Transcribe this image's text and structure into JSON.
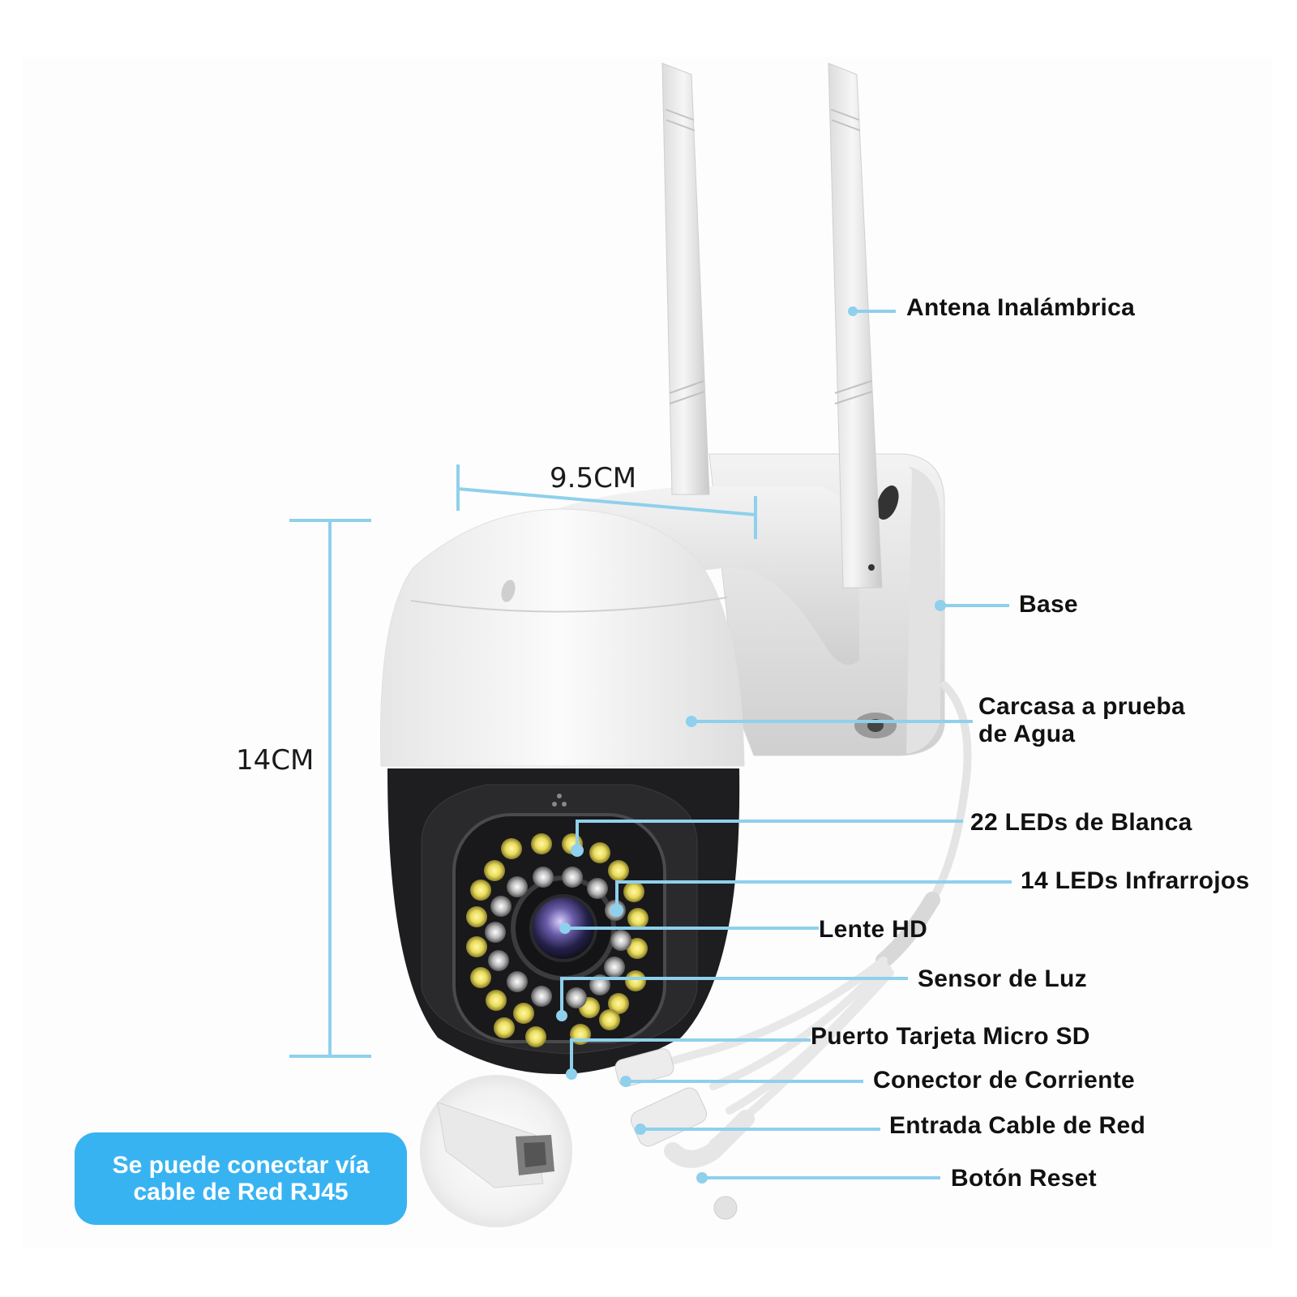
{
  "diagram": {
    "subject": "Wireless PTZ security camera with dual antennas",
    "accent_color": "#8fd0ec",
    "badge_color": "#38b3f2",
    "dimensions": {
      "width_label": "9.5CM",
      "height_label": "14CM"
    },
    "callouts": [
      {
        "id": "antenna",
        "label": "Antena Inalámbrica"
      },
      {
        "id": "base",
        "label": "Base"
      },
      {
        "id": "housing",
        "label_line1": "Carcasa a prueba",
        "label_line2": "de Agua"
      },
      {
        "id": "white-leds",
        "label": "22 LEDs de Blanca"
      },
      {
        "id": "ir-leds",
        "label": "14 LEDs Infrarrojos"
      },
      {
        "id": "lens",
        "label": "Lente HD"
      },
      {
        "id": "light-sensor",
        "label": "Sensor de Luz"
      },
      {
        "id": "sd-port",
        "label": "Puerto Tarjeta Micro SD"
      },
      {
        "id": "power-connector",
        "label": "Conector de Corriente"
      },
      {
        "id": "network-input",
        "label": "Entrada Cable de Red"
      },
      {
        "id": "reset-button",
        "label": "Botón Reset"
      }
    ],
    "badge": {
      "line1": "Se puede conectar vía",
      "line2": "cable de Red RJ45"
    },
    "led_counts": {
      "white": 22,
      "infrared": 14
    }
  }
}
